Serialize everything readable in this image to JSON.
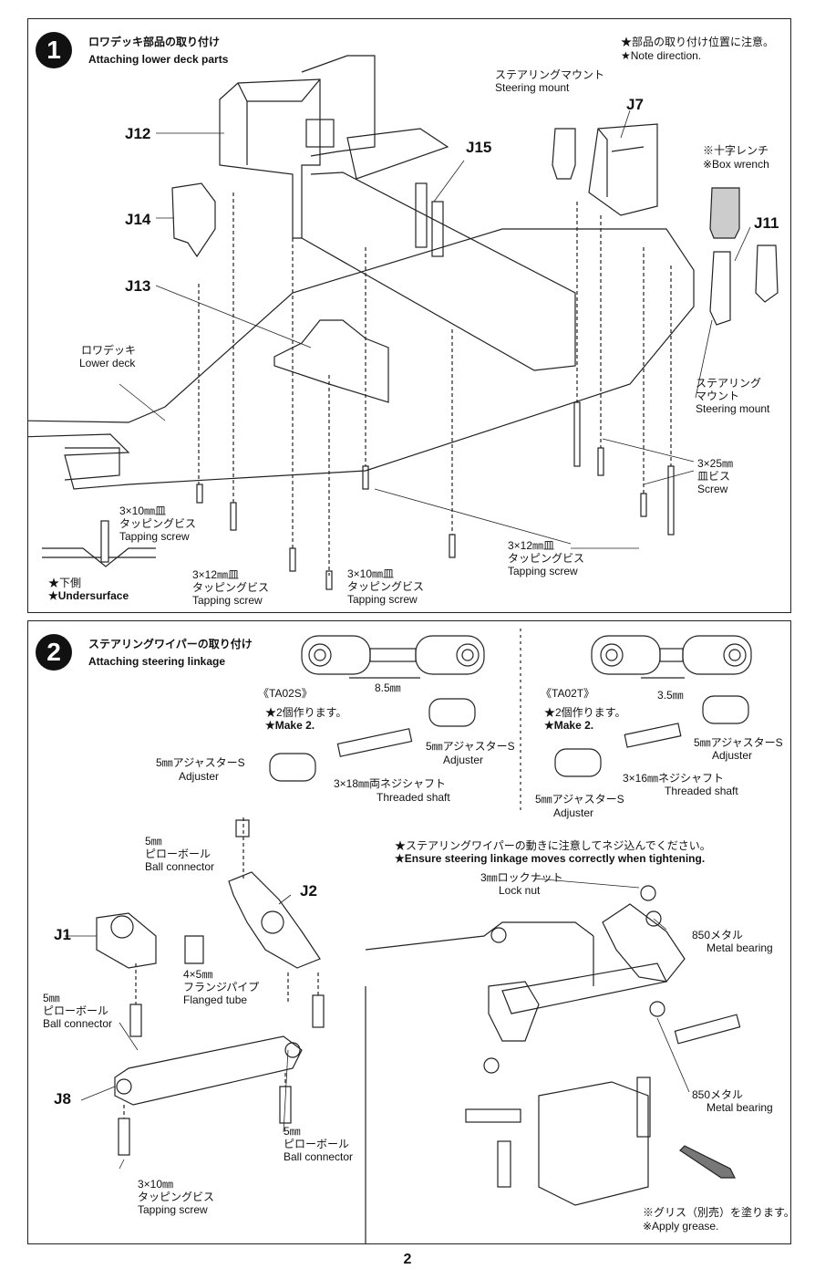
{
  "step1": {
    "number": "1",
    "title_jp": "ロワデッキ部品の取り付け",
    "title_en": "Attaching lower deck parts",
    "note_jp": "★部品の取り付け位置に注意。",
    "note_en": "★Note direction.",
    "parts": {
      "j12": "J12",
      "j14": "J14",
      "j13": "J13",
      "j15": "J15",
      "j7": "J7",
      "j11": "J11"
    },
    "steering_mount_top_jp": "ステアリングマウント",
    "steering_mount_top_en": "Steering mount",
    "box_wrench_jp": "※十字レンチ",
    "box_wrench_en": "※Box wrench",
    "lower_deck_jp": "ロワデッキ",
    "lower_deck_en": "Lower deck",
    "steering_mount_right_jp1": "ステアリング",
    "steering_mount_right_jp2": "マウント",
    "steering_mount_right_en": "Steering mount",
    "screw_3x25_size": "3×25㎜",
    "screw_3x25_jp": "皿ビス",
    "screw_3x25_en": "Screw",
    "screw_3x10_size": "3×10㎜皿",
    "screw_3x10_jp": "タッピングビス",
    "screw_3x10_en": "Tapping screw",
    "undersurface_jp": "★下側",
    "undersurface_en": "★Undersurface",
    "screw_3x12_size": "3×12㎜皿",
    "screw_3x12_jp": "タッピングビス",
    "screw_3x12_en": "Tapping screw",
    "screw_3x10b_size": "3×10㎜皿",
    "screw_3x10b_jp": "タッピングビス",
    "screw_3x10b_en": "Tapping screw",
    "screw_3x12b_size": "3×12㎜皿",
    "screw_3x12b_jp": "タッピングビス",
    "screw_3x12b_en": "Tapping screw"
  },
  "step2": {
    "number": "2",
    "title_jp": "ステアリングワイパーの取り付け",
    "title_en": "Attaching steering linkage",
    "dim_ta02s": "8.5㎜",
    "dim_ta02t": "3.5㎜",
    "ta02s": {
      "model": "《TA02S》",
      "make_jp": "★2個作ります。",
      "make_en": "★Make 2.",
      "adjuster_right_jp": "5㎜アジャスターS",
      "adjuster_right_en": "Adjuster",
      "adjuster_left_jp": "5㎜アジャスターS",
      "adjuster_left_en": "Adjuster",
      "shaft_jp": "3×18㎜両ネジシャフト",
      "shaft_en": "Threaded shaft"
    },
    "ta02t": {
      "model": "《TA02T》",
      "make_jp": "★2個作ります。",
      "make_en": "★Make 2.",
      "adjuster_right_jp": "5㎜アジャスターS",
      "adjuster_right_en": "Adjuster",
      "shaft_jp": "3×16㎜ネジシャフト",
      "shaft_en": "Threaded shaft",
      "adjuster_left_jp": "5㎜アジャスターS",
      "adjuster_left_en": "Adjuster"
    },
    "ball_top_size": "5㎜",
    "ball_top_jp": "ピローボール",
    "ball_top_en": "Ball connector",
    "parts": {
      "j2": "J2",
      "j1": "J1",
      "j8": "J8"
    },
    "flanged_size": "4×5㎜",
    "flanged_jp": "フランジパイプ",
    "flanged_en": "Flanged tube",
    "ball_left_size": "5㎜",
    "ball_left_jp": "ピローボール",
    "ball_left_en": "Ball connector",
    "ball_bottom_size": "5㎜",
    "ball_bottom_jp": "ピローボール",
    "ball_bottom_en": "Ball connector",
    "tap_size": "3×10㎜",
    "tap_jp": "タッピングビス",
    "tap_en": "Tapping screw",
    "ensure_jp": "★ステアリングワイパーの動きに注意してネジ込んでください。",
    "ensure_en": "★Ensure steering linkage moves correctly when tightening.",
    "locknut_jp": "3㎜ロックナット",
    "locknut_en": "Lock nut",
    "bearing_top_jp": "850メタル",
    "bearing_top_en": "Metal bearing",
    "bearing_bottom_jp": "850メタル",
    "bearing_bottom_en": "Metal bearing",
    "grease_jp": "※グリス（別売）を塗ります。",
    "grease_en": "※Apply grease."
  },
  "page_number": "2"
}
